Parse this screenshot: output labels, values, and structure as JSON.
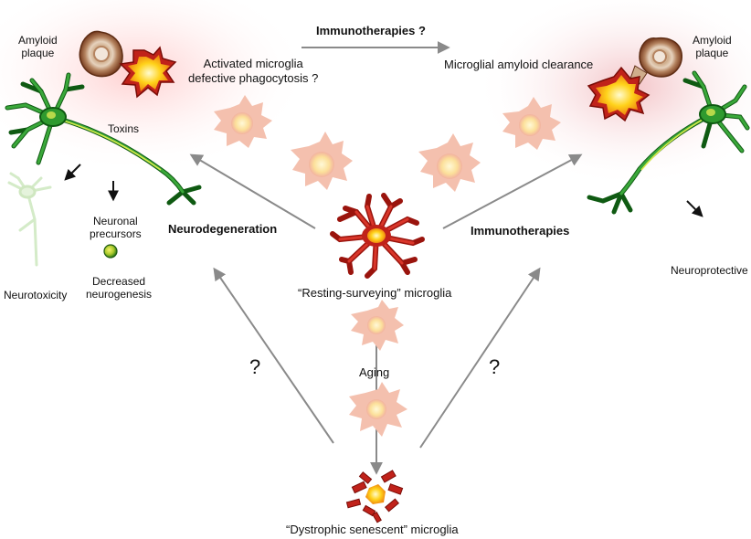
{
  "labels": {
    "amyloid_plaque_left": "Amyloid\nplaque",
    "amyloid_plaque_right": "Amyloid\nplaque",
    "immunotherapies_question": "Immunotherapies ?",
    "activated_microglia": "Activated microglia\ndefective phagocytosis ?",
    "microglial_clearance": "Microglial amyloid clearance",
    "toxins": "Toxins",
    "neurodegeneration": "Neurodegeneration",
    "immunotherapies": "Immunotherapies",
    "neuronal_precursors": "Neuronal\nprecursors",
    "decreased_neurogenesis": "Decreased\nneurogenesis",
    "neurotoxicity": "Neurotoxicity",
    "neuroprotective": "Neuroprotective",
    "resting_surveying": "“Resting-surveying” microglia",
    "aging": "Aging",
    "question_left": "?",
    "question_right": "?",
    "dystrophic_senescent": "“Dystrophic senescent” microglia"
  },
  "colors": {
    "arrow": "#8a8a8a",
    "neuron_green": "#2f9a2f",
    "neuron_dark": "#0f5a12",
    "neuron_axon_inner": "#d7e84a",
    "microglia_red": "#c0221a",
    "microglia_yellow": "#ffd21a",
    "microglia_pale": "#f1b8a8",
    "plaque_brown": "#8a4f2e",
    "plaque_tan": "#cfad8c",
    "glow_red": "#ffdada"
  },
  "icons": [
    "amyloid-plaque-icon",
    "activated-microglia-icon",
    "neuron-icon",
    "resting-microglia-icon",
    "dystrophic-microglia-icon",
    "neuronal-precursor-icon",
    "faded-neuron-icon"
  ]
}
